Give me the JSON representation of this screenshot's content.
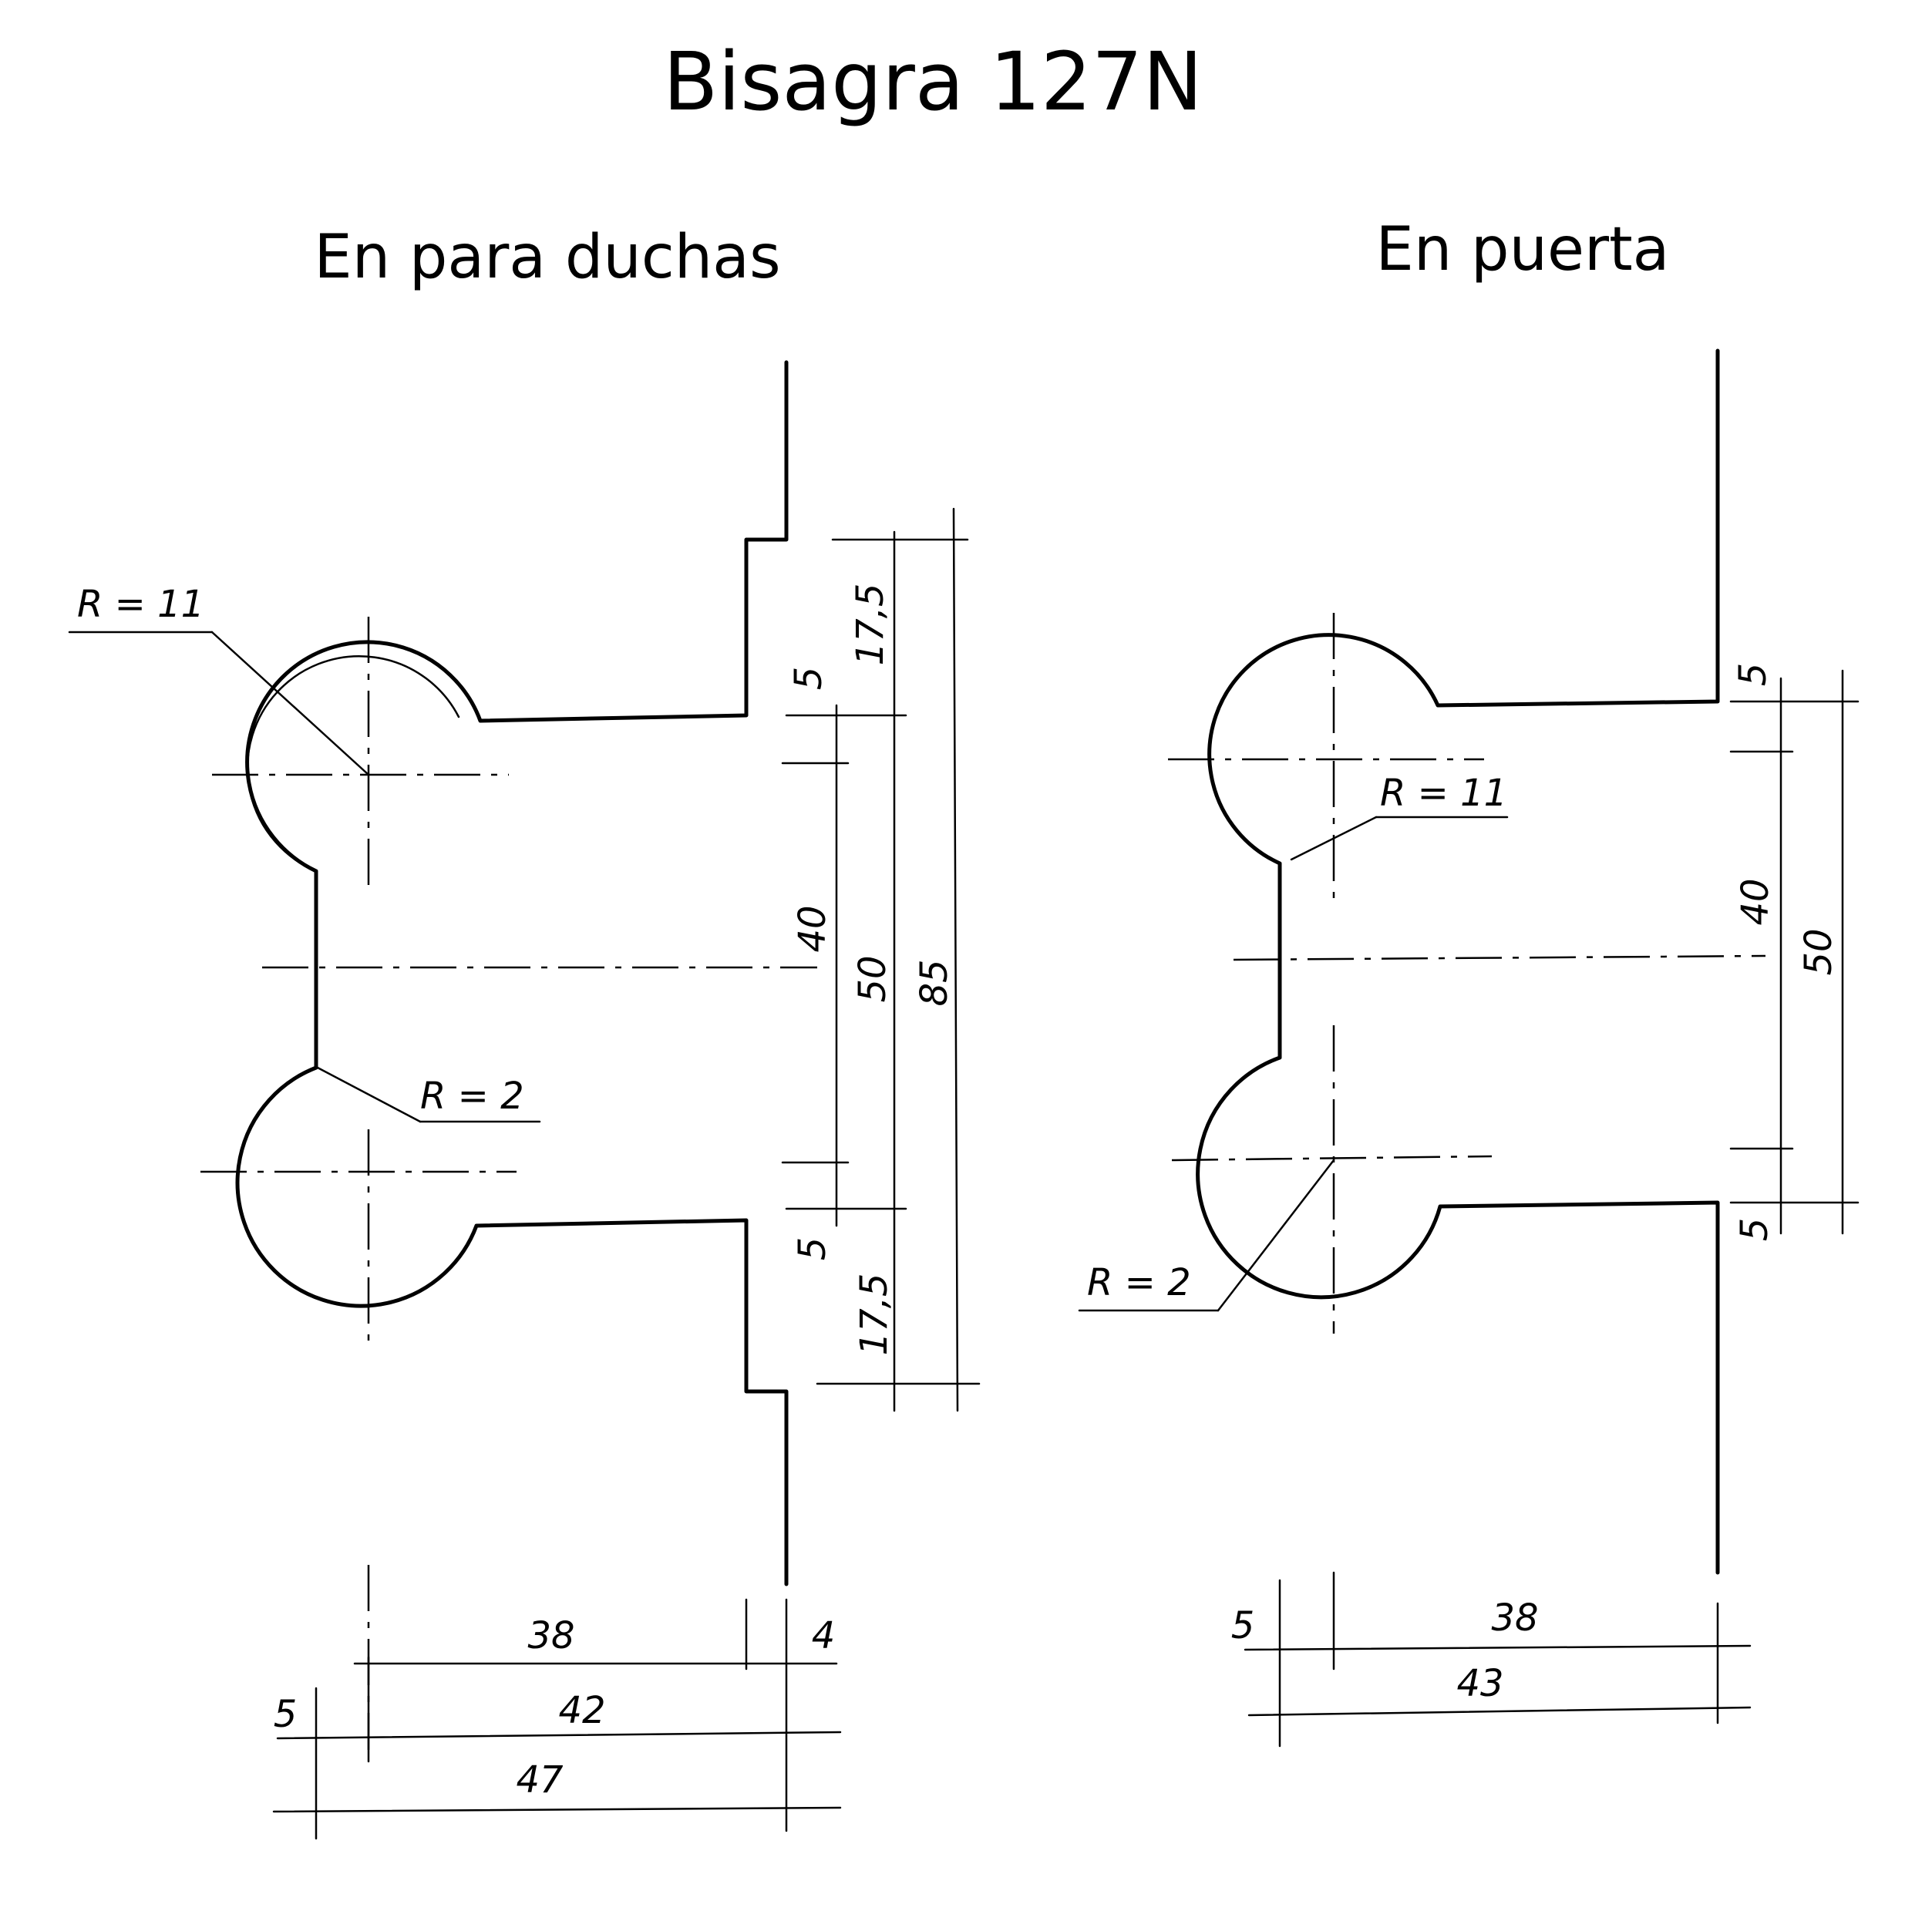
{
  "title": "Bisagra 127N",
  "views": {
    "shower": {
      "label": "En para duchas",
      "radius_large": "R = 11",
      "radius_small": "R = 2",
      "dim_17_5_top": "17,5",
      "dim_5_top": "5",
      "dim_40": "40",
      "dim_50": "50",
      "dim_85": "85",
      "dim_5_bottom": "5",
      "dim_17_5_bottom": "17,5",
      "dim_38": "38",
      "dim_4": "4",
      "dim_5_left": "5",
      "dim_42": "42",
      "dim_47": "47"
    },
    "door": {
      "label": "En puerta",
      "radius_large": "R = 11",
      "radius_small": "R = 2",
      "dim_5_top": "5",
      "dim_40": "40",
      "dim_50": "50",
      "dim_5_bottom": "5",
      "dim_5_left": "5",
      "dim_38": "38",
      "dim_43": "43"
    }
  }
}
